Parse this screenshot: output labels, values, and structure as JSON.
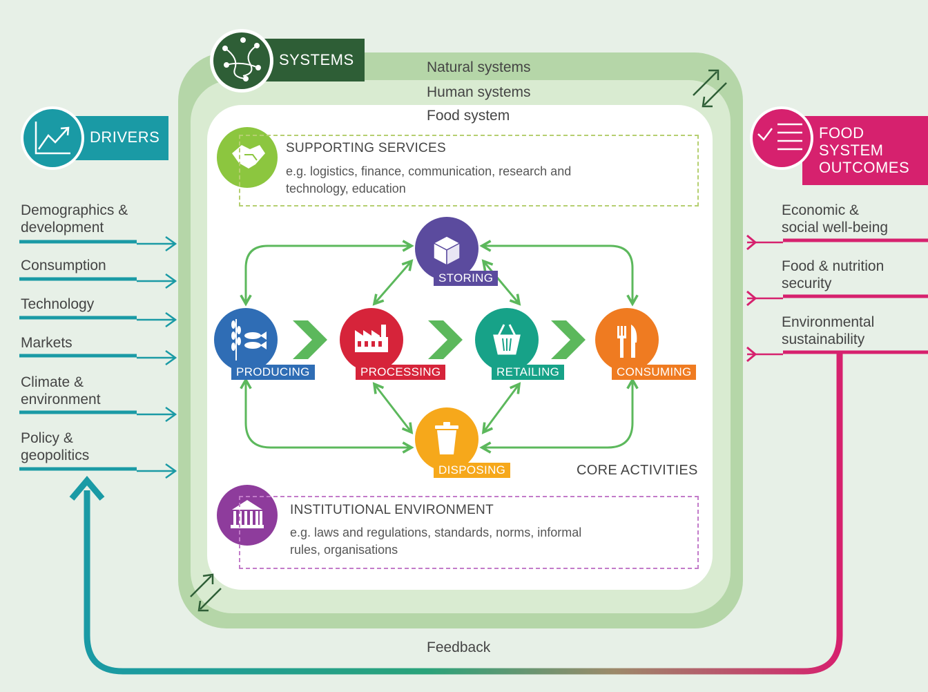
{
  "systems": {
    "title": "SYSTEMS",
    "natural": "Natural systems",
    "human": "Human systems",
    "food": "Food system"
  },
  "drivers": {
    "title": "DRIVERS",
    "items": [
      "Demographics &\ndevelopment",
      "Consumption",
      "Technology",
      "Markets",
      "Climate &\nenvironment",
      "Policy &\ngeopolitics"
    ]
  },
  "outcomes": {
    "title": "FOOD\nSYSTEM\nOUTCOMES",
    "items": [
      "Economic &\nsocial well-being",
      "Food & nutrition\nsecurity",
      "Environmental\nsustainability"
    ]
  },
  "supporting": {
    "title": "SUPPORTING SERVICES",
    "desc": "e.g. logistics, finance, communication, research and\ntechnology, education"
  },
  "institutional": {
    "title": "INSTITUTIONAL ENVIRONMENT",
    "desc": "e.g. laws and regulations, standards, norms, informal\nrules, organisations"
  },
  "activities": {
    "producing": "PRODUCING",
    "processing": "PROCESSING",
    "retailing": "RETAILING",
    "consuming": "CONSUMING",
    "storing": "STORING",
    "disposing": "DISPOSING",
    "core": "CORE ACTIVITIES"
  },
  "feedback": "Feedback",
  "colors": {
    "teal": "#1a9aa5",
    "magenta": "#d6216e",
    "dark_green": "#2e5e36",
    "green_arrow": "#5cb85c",
    "blue": "#2f6db5",
    "red": "#d6243a",
    "retail_teal": "#17a288",
    "orange": "#ef7b21",
    "purple": "#5b4b9e",
    "yellow": "#f6a81b",
    "lime": "#8cc63f",
    "violet": "#8e3c9c"
  }
}
